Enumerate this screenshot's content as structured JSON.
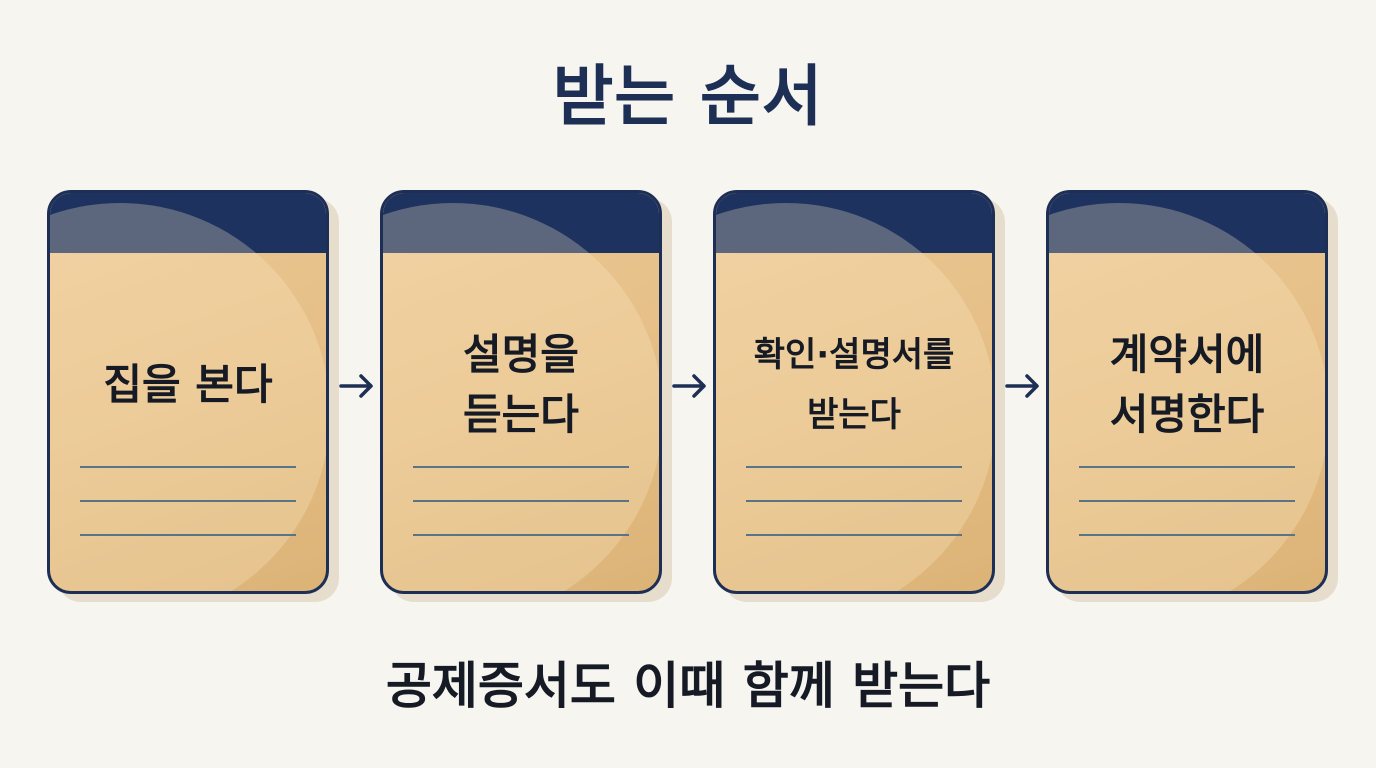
{
  "title": "받는 순서",
  "steps": [
    {
      "label": "집을 본다"
    },
    {
      "label": "설명을\n듣는다"
    },
    {
      "label": "확인·설명서를\n받는다"
    },
    {
      "label": "계약서에\n서명한다"
    }
  ],
  "footer": "공제증서도 이때 함께 받는다",
  "colors": {
    "navy": "#1e3260",
    "card": "#e6c088",
    "line": "#5a7487",
    "background": "#f6f5f0"
  }
}
